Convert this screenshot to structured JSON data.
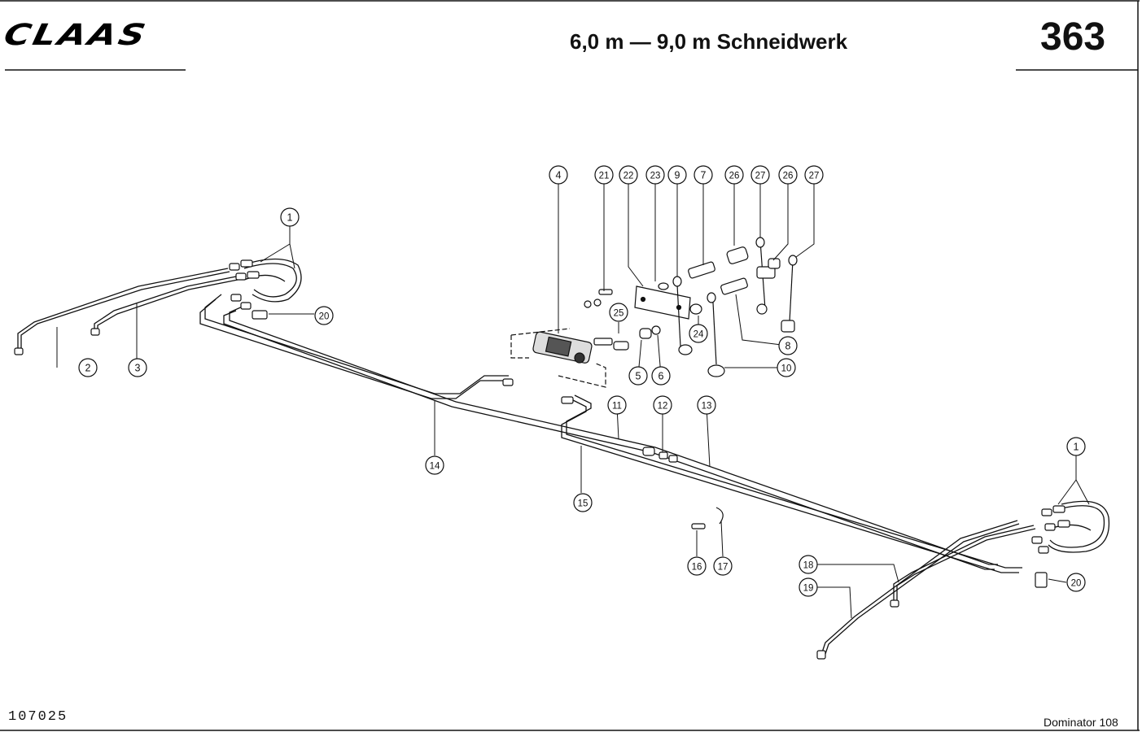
{
  "header": {
    "brand": "CLAAS",
    "title": "6,0 m — 9,0 m Schneidwerk",
    "page_number": "363"
  },
  "footer": {
    "drawing_number": "107025",
    "model": "Dominator 108"
  },
  "callouts": [
    "1",
    "2",
    "3",
    "4",
    "5",
    "6",
    "7",
    "8",
    "9",
    "10",
    "11",
    "12",
    "13",
    "14",
    "15",
    "16",
    "17",
    "18",
    "19",
    "20",
    "21",
    "22",
    "23",
    "24",
    "25",
    "26",
    "27"
  ],
  "colors": {
    "ink": "#111111",
    "paper": "#ffffff"
  }
}
